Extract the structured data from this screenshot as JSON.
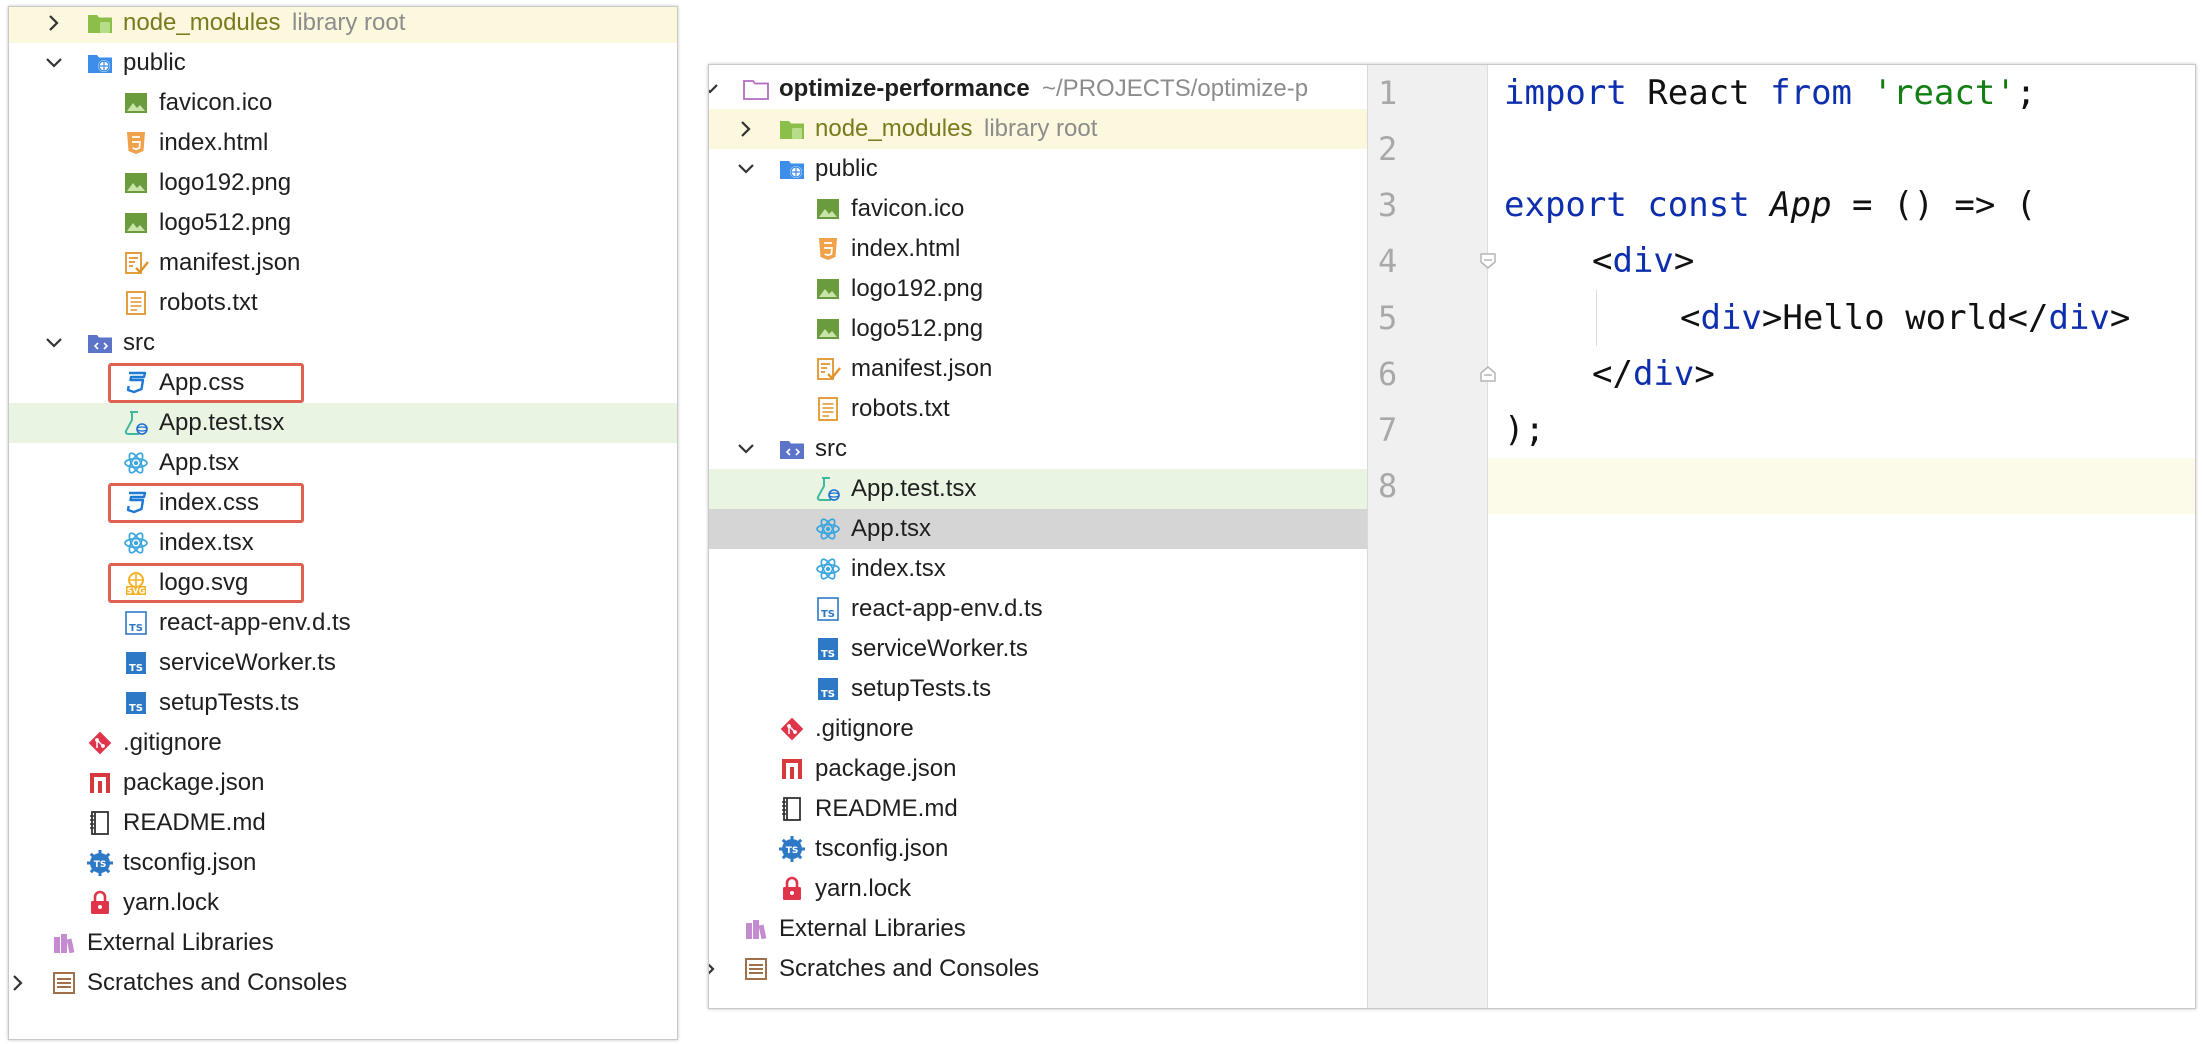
{
  "left_panel": {
    "items": [
      {
        "label": "node_modules",
        "hint": "library root",
        "icon": "folder-library-icon",
        "chevron": "right",
        "indent": 0,
        "bg": "lib"
      },
      {
        "label": "public",
        "icon": "folder-web-icon",
        "chevron": "down",
        "indent": 0
      },
      {
        "label": "favicon.ico",
        "icon": "image-icon",
        "indent": 1
      },
      {
        "label": "index.html",
        "icon": "html-icon",
        "indent": 1
      },
      {
        "label": "logo192.png",
        "icon": "image-icon",
        "indent": 1
      },
      {
        "label": "logo512.png",
        "icon": "image-icon",
        "indent": 1
      },
      {
        "label": "manifest.json",
        "icon": "json-icon",
        "indent": 1
      },
      {
        "label": "robots.txt",
        "icon": "text-icon",
        "indent": 1
      },
      {
        "label": "src",
        "icon": "folder-source-icon",
        "chevron": "down",
        "indent": 0
      },
      {
        "label": "App.css",
        "icon": "css-icon",
        "indent": 1,
        "highlight": true
      },
      {
        "label": "App.test.tsx",
        "icon": "test-icon",
        "indent": 1,
        "bg": "test"
      },
      {
        "label": "App.tsx",
        "icon": "react-icon",
        "indent": 1
      },
      {
        "label": "index.css",
        "icon": "css-icon",
        "indent": 1,
        "highlight": true
      },
      {
        "label": "index.tsx",
        "icon": "react-icon",
        "indent": 1
      },
      {
        "label": "logo.svg",
        "icon": "svg-icon",
        "indent": 1,
        "highlight": true
      },
      {
        "label": "react-app-env.d.ts",
        "icon": "ts-def-icon",
        "indent": 1
      },
      {
        "label": "serviceWorker.ts",
        "icon": "ts-icon",
        "indent": 1
      },
      {
        "label": "setupTests.ts",
        "icon": "ts-icon",
        "indent": 1
      },
      {
        "label": ".gitignore",
        "icon": "git-icon",
        "indent": 0
      },
      {
        "label": "package.json",
        "icon": "npm-icon",
        "indent": 0
      },
      {
        "label": "README.md",
        "icon": "markdown-icon",
        "indent": 0
      },
      {
        "label": "tsconfig.json",
        "icon": "tsconfig-icon",
        "indent": 0
      },
      {
        "label": "yarn.lock",
        "icon": "lock-icon",
        "indent": 0
      },
      {
        "label": "External Libraries",
        "icon": "libraries-icon",
        "indent": -1
      },
      {
        "label": "Scratches and Consoles",
        "icon": "scratches-icon",
        "chevron": "right",
        "indent": -1
      }
    ]
  },
  "right_panel": {
    "items": [
      {
        "label": "optimize-performance",
        "hint": "~/PROJECTS/optimize-p",
        "icon": "project-folder-icon",
        "chevron": "down",
        "indent": -1,
        "bold": true
      },
      {
        "label": "node_modules",
        "hint": "library root",
        "icon": "folder-library-icon",
        "chevron": "right",
        "indent": 0,
        "bg": "lib"
      },
      {
        "label": "public",
        "icon": "folder-web-icon",
        "chevron": "down",
        "indent": 0
      },
      {
        "label": "favicon.ico",
        "icon": "image-icon",
        "indent": 1
      },
      {
        "label": "index.html",
        "icon": "html-icon",
        "indent": 1
      },
      {
        "label": "logo192.png",
        "icon": "image-icon",
        "indent": 1
      },
      {
        "label": "logo512.png",
        "icon": "image-icon",
        "indent": 1
      },
      {
        "label": "manifest.json",
        "icon": "json-icon",
        "indent": 1
      },
      {
        "label": "robots.txt",
        "icon": "text-icon",
        "indent": 1
      },
      {
        "label": "src",
        "icon": "folder-source-icon",
        "chevron": "down",
        "indent": 0
      },
      {
        "label": "App.test.tsx",
        "icon": "test-icon",
        "indent": 1,
        "bg": "test"
      },
      {
        "label": "App.tsx",
        "icon": "react-icon",
        "indent": 1,
        "bg": "sel"
      },
      {
        "label": "index.tsx",
        "icon": "react-icon",
        "indent": 1
      },
      {
        "label": "react-app-env.d.ts",
        "icon": "ts-def-icon",
        "indent": 1
      },
      {
        "label": "serviceWorker.ts",
        "icon": "ts-icon",
        "indent": 1
      },
      {
        "label": "setupTests.ts",
        "icon": "ts-icon",
        "indent": 1
      },
      {
        "label": ".gitignore",
        "icon": "git-icon",
        "indent": 0
      },
      {
        "label": "package.json",
        "icon": "npm-icon",
        "indent": 0
      },
      {
        "label": "README.md",
        "icon": "markdown-icon",
        "indent": 0
      },
      {
        "label": "tsconfig.json",
        "icon": "tsconfig-icon",
        "indent": 0
      },
      {
        "label": "yarn.lock",
        "icon": "lock-icon",
        "indent": 0
      },
      {
        "label": "External Libraries",
        "icon": "libraries-icon",
        "indent": -1
      },
      {
        "label": "Scratches and Consoles",
        "icon": "scratches-icon",
        "chevron": "right",
        "indent": -1
      }
    ]
  },
  "editor": {
    "line_numbers": [
      "1",
      "2",
      "3",
      "4",
      "5",
      "6",
      "7",
      "8"
    ],
    "code": {
      "l1_import": "import",
      "l1_react": " React ",
      "l1_from": "from",
      "l1_space": " ",
      "l1_str": "'react'",
      "l1_semi": ";",
      "l3_export": "export",
      "l3_space": " ",
      "l3_const": "const",
      "l3_space2": " ",
      "l3_app": "App",
      "l3_rest": " = () => (",
      "l4_open_lt": "<",
      "l4_div": "div",
      "l4_gt": ">",
      "l5_lt": "<",
      "l5_div": "div",
      "l5_text": ">Hello world</",
      "l5_div2": "div",
      "l5_gt": ">",
      "l6_lt": "</",
      "l6_div": "div",
      "l6_gt": ">",
      "l7": ");"
    }
  }
}
